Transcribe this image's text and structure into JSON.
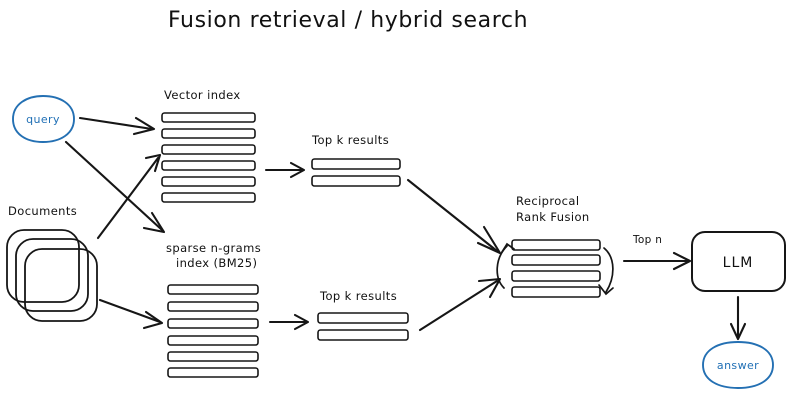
{
  "diagram": {
    "title": "Fusion retrieval / hybrid search",
    "style": "hand-drawn whiteboard sketch",
    "colors": {
      "ink": "#161616",
      "accent_blue": "#2470b3",
      "background": "#ffffff"
    },
    "nodes": {
      "query": {
        "label": "query",
        "shape": "ellipse",
        "color": "#2470b3"
      },
      "documents": {
        "label": "Documents",
        "shape": "stacked-rounded-squares",
        "stack_count": 3
      },
      "vector_index": {
        "label": "Vector index",
        "shape": "bar-list",
        "bar_count": 6
      },
      "sparse_index": {
        "label_line1": "sparse n-grams",
        "label_line2": "index (BM25)",
        "shape": "bar-list",
        "bar_count": 6
      },
      "top_k_upper": {
        "label": "Top k results",
        "shape": "bar-list",
        "bar_count": 2
      },
      "top_k_lower": {
        "label": "Top k results",
        "shape": "bar-list",
        "bar_count": 2
      },
      "fusion": {
        "label_line1": "Reciprocal",
        "label_line2": "Rank Fusion",
        "shape": "bar-list",
        "bar_count": 4
      },
      "llm": {
        "label": "LLM",
        "shape": "rounded-rect"
      },
      "answer": {
        "label": "answer",
        "shape": "ellipse",
        "color": "#2470b3"
      }
    },
    "edge_labels": {
      "top_n": "Top n"
    }
  }
}
